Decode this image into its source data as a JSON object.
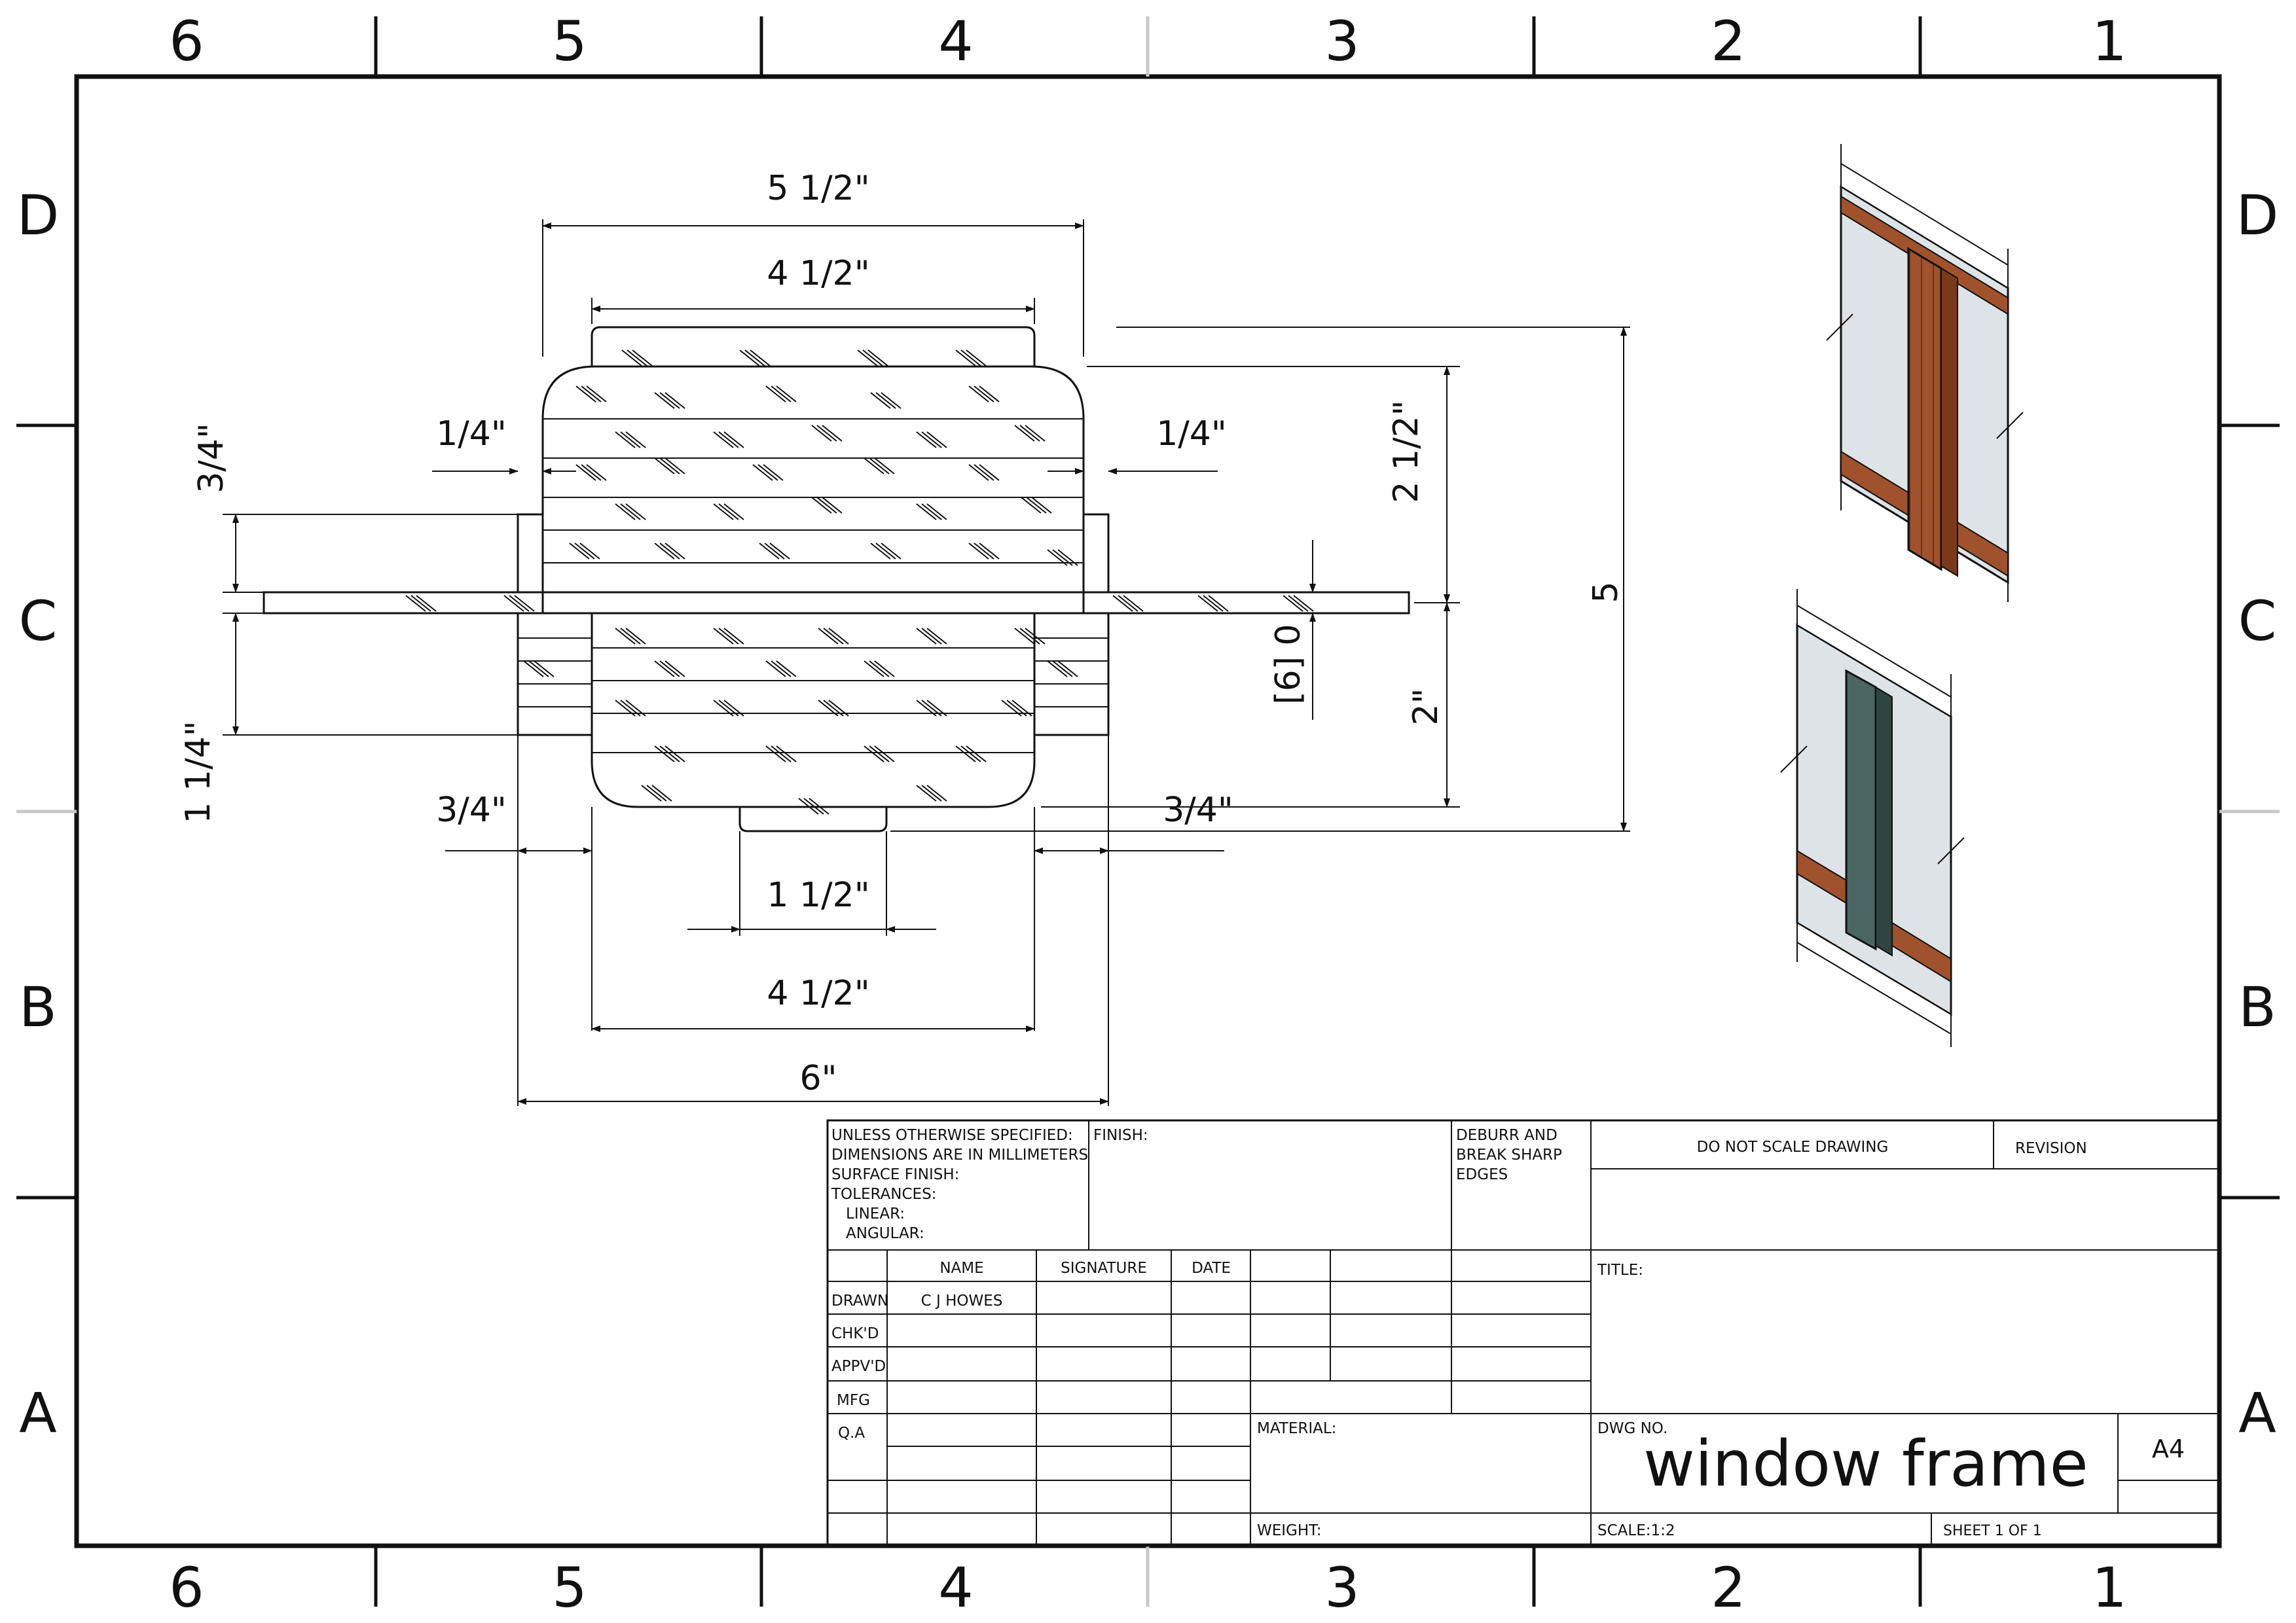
{
  "zones": {
    "columns": [
      "6",
      "5",
      "4",
      "3",
      "2",
      "1"
    ],
    "rows": [
      "D",
      "C",
      "B",
      "A"
    ]
  },
  "dimensions": {
    "top_overall": "5 1/2\"",
    "top_inner": "4 1/2\"",
    "left_offset": "1/4\"",
    "right_offset": "1/4\"",
    "left_upper_height": "3/4\"",
    "left_lower_height": "1 1/4\"",
    "bottom_left_offset": "3/4\"",
    "bottom_right_offset": "3/4\"",
    "bottom_tab": "1 1/2\"",
    "bottom_inner": "4 1/2\"",
    "bottom_overall": "6\"",
    "right_upper": "2 1/2\"",
    "right_lower": "2\"",
    "right_total": "5",
    "flange_thickness": "[6] 0"
  },
  "title_block": {
    "unless_note": [
      "UNLESS OTHERWISE SPECIFIED:",
      "DIMENSIONS ARE IN MILLIMETERS",
      "SURFACE FINISH:",
      "TOLERANCES:",
      "LINEAR:",
      "ANGULAR:"
    ],
    "finish_label": "FINISH:",
    "deburr_note": [
      "DEBURR AND",
      "BREAK SHARP",
      "EDGES"
    ],
    "do_not_scale": "DO NOT SCALE DRAWING",
    "revision_label": "REVISION",
    "headers": {
      "name": "NAME",
      "signature": "SIGNATURE",
      "date": "DATE"
    },
    "roles": [
      "DRAWN",
      "CHK'D",
      "APPV'D",
      "MFG",
      "Q.A"
    ],
    "drawn_name": "C J HOWES",
    "title_label": "TITLE:",
    "material_label": "MATERIAL:",
    "weight_label": "WEIGHT:",
    "dwg_no_label": "DWG NO.",
    "dwg_no": "window frame",
    "sheet_size": "A4",
    "scale": "SCALE:1:2",
    "sheet": "SHEET 1 OF 1"
  },
  "colors": {
    "line": "#111111",
    "border_grey": "#c8c8c8",
    "wood": "#a0522d",
    "glass": "#dde3e6",
    "sash_green": "#4a6662"
  }
}
